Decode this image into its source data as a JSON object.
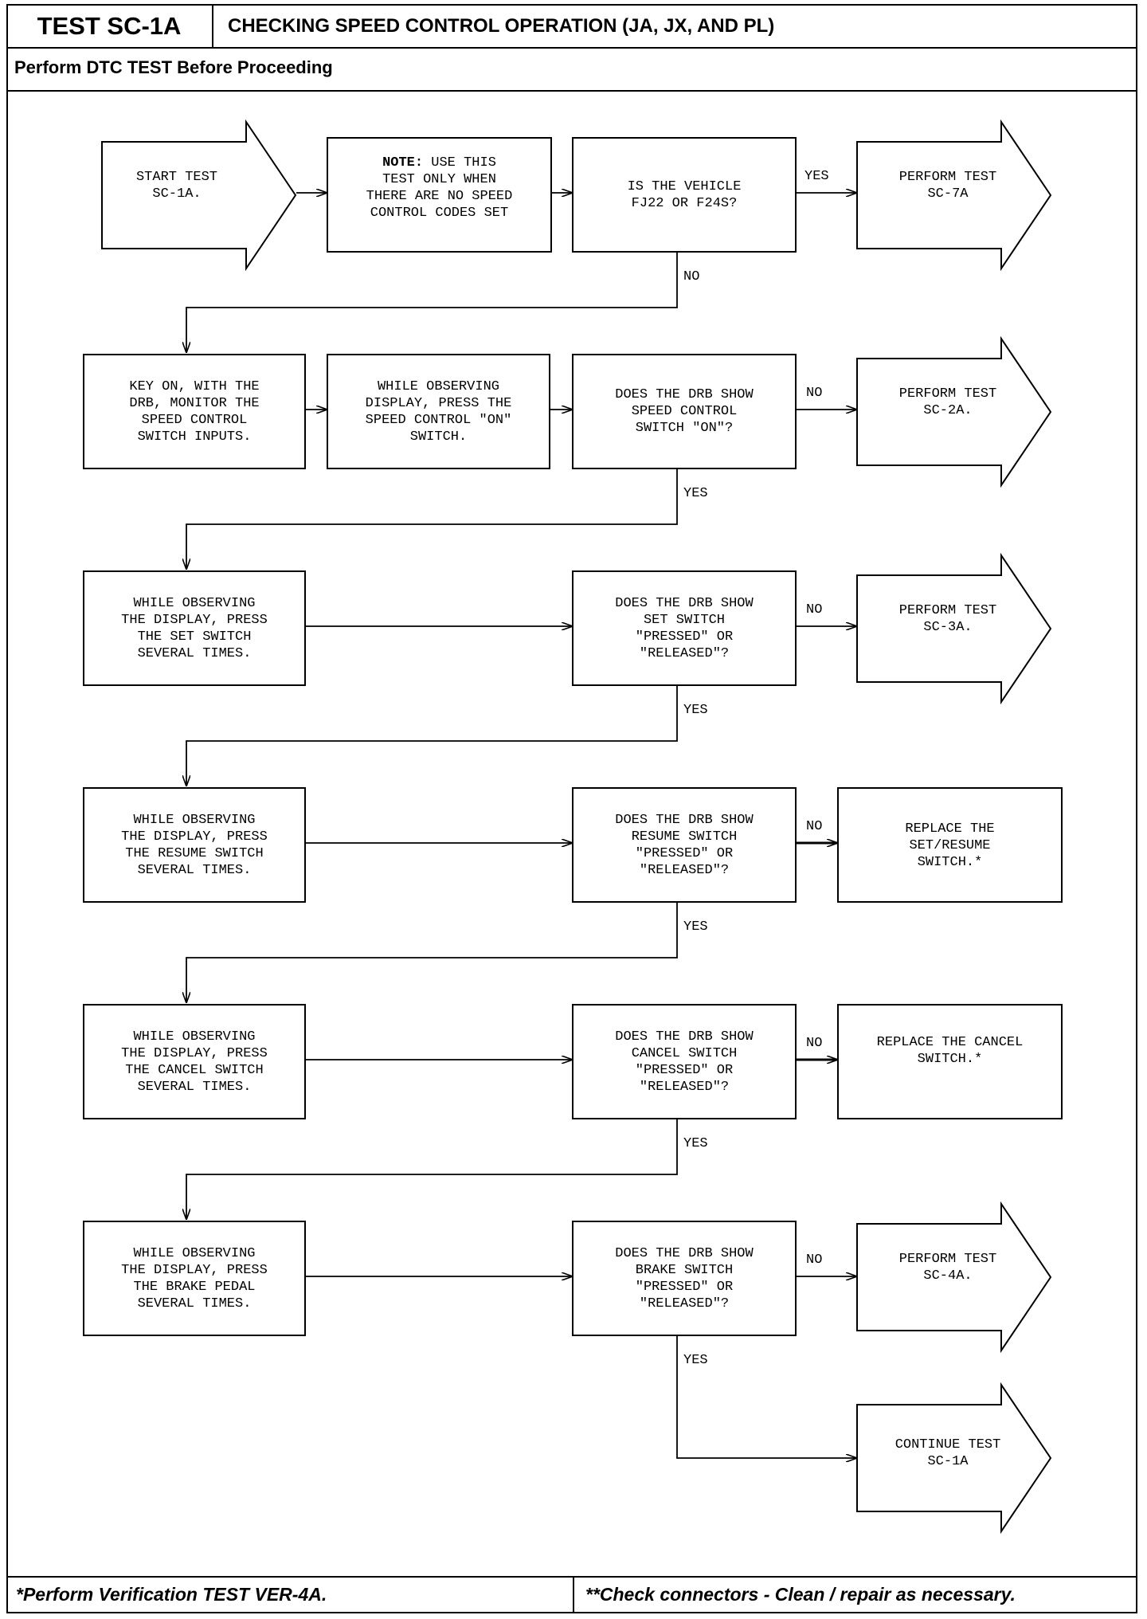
{
  "header": {
    "test_id": "TEST SC-1A",
    "title": "CHECKING SPEED CONTROL OPERATION (JA, JX, AND PL)",
    "subheading": "Perform DTC TEST Before Proceeding"
  },
  "steps": {
    "start": "START TEST\nSC-1A.",
    "note_bold": "NOTE:",
    "note_rest": " USE THIS\nTEST ONLY WHEN\nTHERE ARE NO SPEED\nCONTROL CODES SET",
    "q_vehicle": "IS THE VEHICLE\nFJ22 OR F24S?",
    "perform_sc7a": "PERFORM TEST\nSC-7A",
    "key_on": "KEY ON, WITH THE\nDRB, MONITOR THE\nSPEED CONTROL\nSWITCH INPUTS.",
    "press_on": "WHILE OBSERVING\nDISPLAY, PRESS THE\nSPEED CONTROL \"ON\"\nSWITCH.",
    "q_on": "DOES THE DRB SHOW\nSPEED CONTROL\nSWITCH \"ON\"?",
    "perform_sc2a": "PERFORM TEST\nSC-2A.",
    "press_set": "WHILE OBSERVING\nTHE DISPLAY, PRESS\nTHE SET SWITCH\nSEVERAL TIMES.",
    "q_set": "DOES THE DRB SHOW\nSET SWITCH\n\"PRESSED\" OR\n\"RELEASED\"?",
    "perform_sc3a": "PERFORM TEST\nSC-3A.",
    "press_resume": "WHILE OBSERVING\nTHE DISPLAY, PRESS\nTHE RESUME SWITCH\nSEVERAL TIMES.",
    "q_resume": "DOES THE DRB SHOW\nRESUME SWITCH\n\"PRESSED\" OR\n\"RELEASED\"?",
    "replace_set_resume": "REPLACE THE\nSET/RESUME\nSWITCH.*",
    "press_cancel": "WHILE OBSERVING\nTHE DISPLAY, PRESS\nTHE CANCEL SWITCH\nSEVERAL TIMES.",
    "q_cancel": "DOES THE DRB SHOW\nCANCEL SWITCH\n\"PRESSED\" OR\n\"RELEASED\"?",
    "replace_cancel": "REPLACE THE CANCEL\nSWITCH.*",
    "press_brake": "WHILE OBSERVING\nTHE DISPLAY, PRESS\nTHE BRAKE PEDAL\nSEVERAL TIMES.",
    "q_brake": "DOES THE DRB SHOW\nBRAKE SWITCH\n\"PRESSED\" OR\n\"RELEASED\"?",
    "perform_sc4a": "PERFORM TEST\nSC-4A.",
    "continue_sc1a": "CONTINUE TEST\nSC-1A"
  },
  "labels": {
    "yes1": "YES",
    "no1": "NO",
    "no2": "NO",
    "yes2": "YES",
    "no3": "NO",
    "yes3": "YES",
    "no4": "NO",
    "yes4": "YES",
    "no5": "NO",
    "yes5": "YES",
    "no6": "NO",
    "yes6": "YES"
  },
  "footer": {
    "left": "*Perform Verification TEST VER-4A.",
    "right": "**Check connectors - Clean / repair as necessary."
  }
}
